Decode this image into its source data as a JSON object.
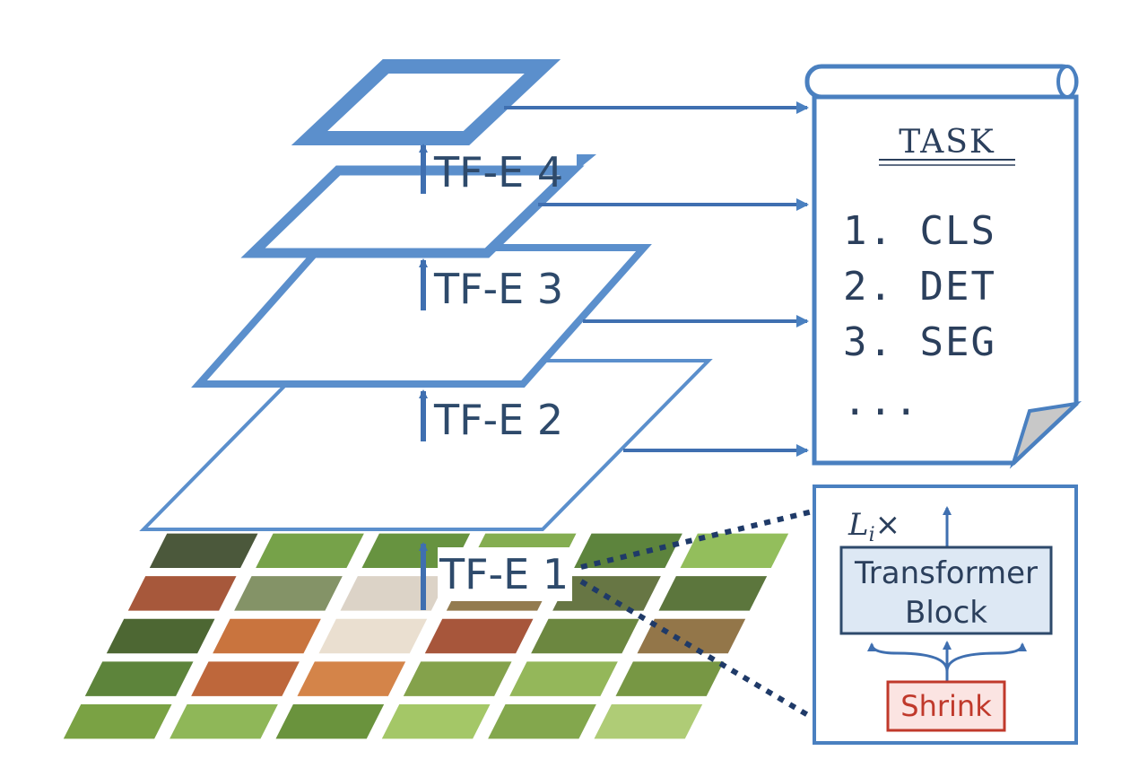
{
  "stages": [
    {
      "label": "TF-E 1"
    },
    {
      "label": "TF-E 2"
    },
    {
      "label": "TF-E 3"
    },
    {
      "label": "TF-E 4"
    }
  ],
  "task": {
    "title": "TASK",
    "items": [
      "1. CLS",
      "2. DET",
      "3. SEG",
      "..."
    ]
  },
  "detail": {
    "repeat_label": "Li×",
    "repeat_base": "L",
    "repeat_sub": "i",
    "repeat_sign": "×",
    "block_line1": "Transformer",
    "block_line2": "Block",
    "shrink_label": "Shrink"
  },
  "colors": {
    "line_blue": "#4a80c0",
    "arrow_blue": "#3f6fb0",
    "block_fill": "#dde8f4",
    "shrink_red": "#c0392b",
    "shrink_fill": "#fbe4e2",
    "dotted": "#1f3a68"
  },
  "icons": {
    "photo_tiles": "red-panda-patches",
    "scroll": "paper-scroll-icon"
  }
}
